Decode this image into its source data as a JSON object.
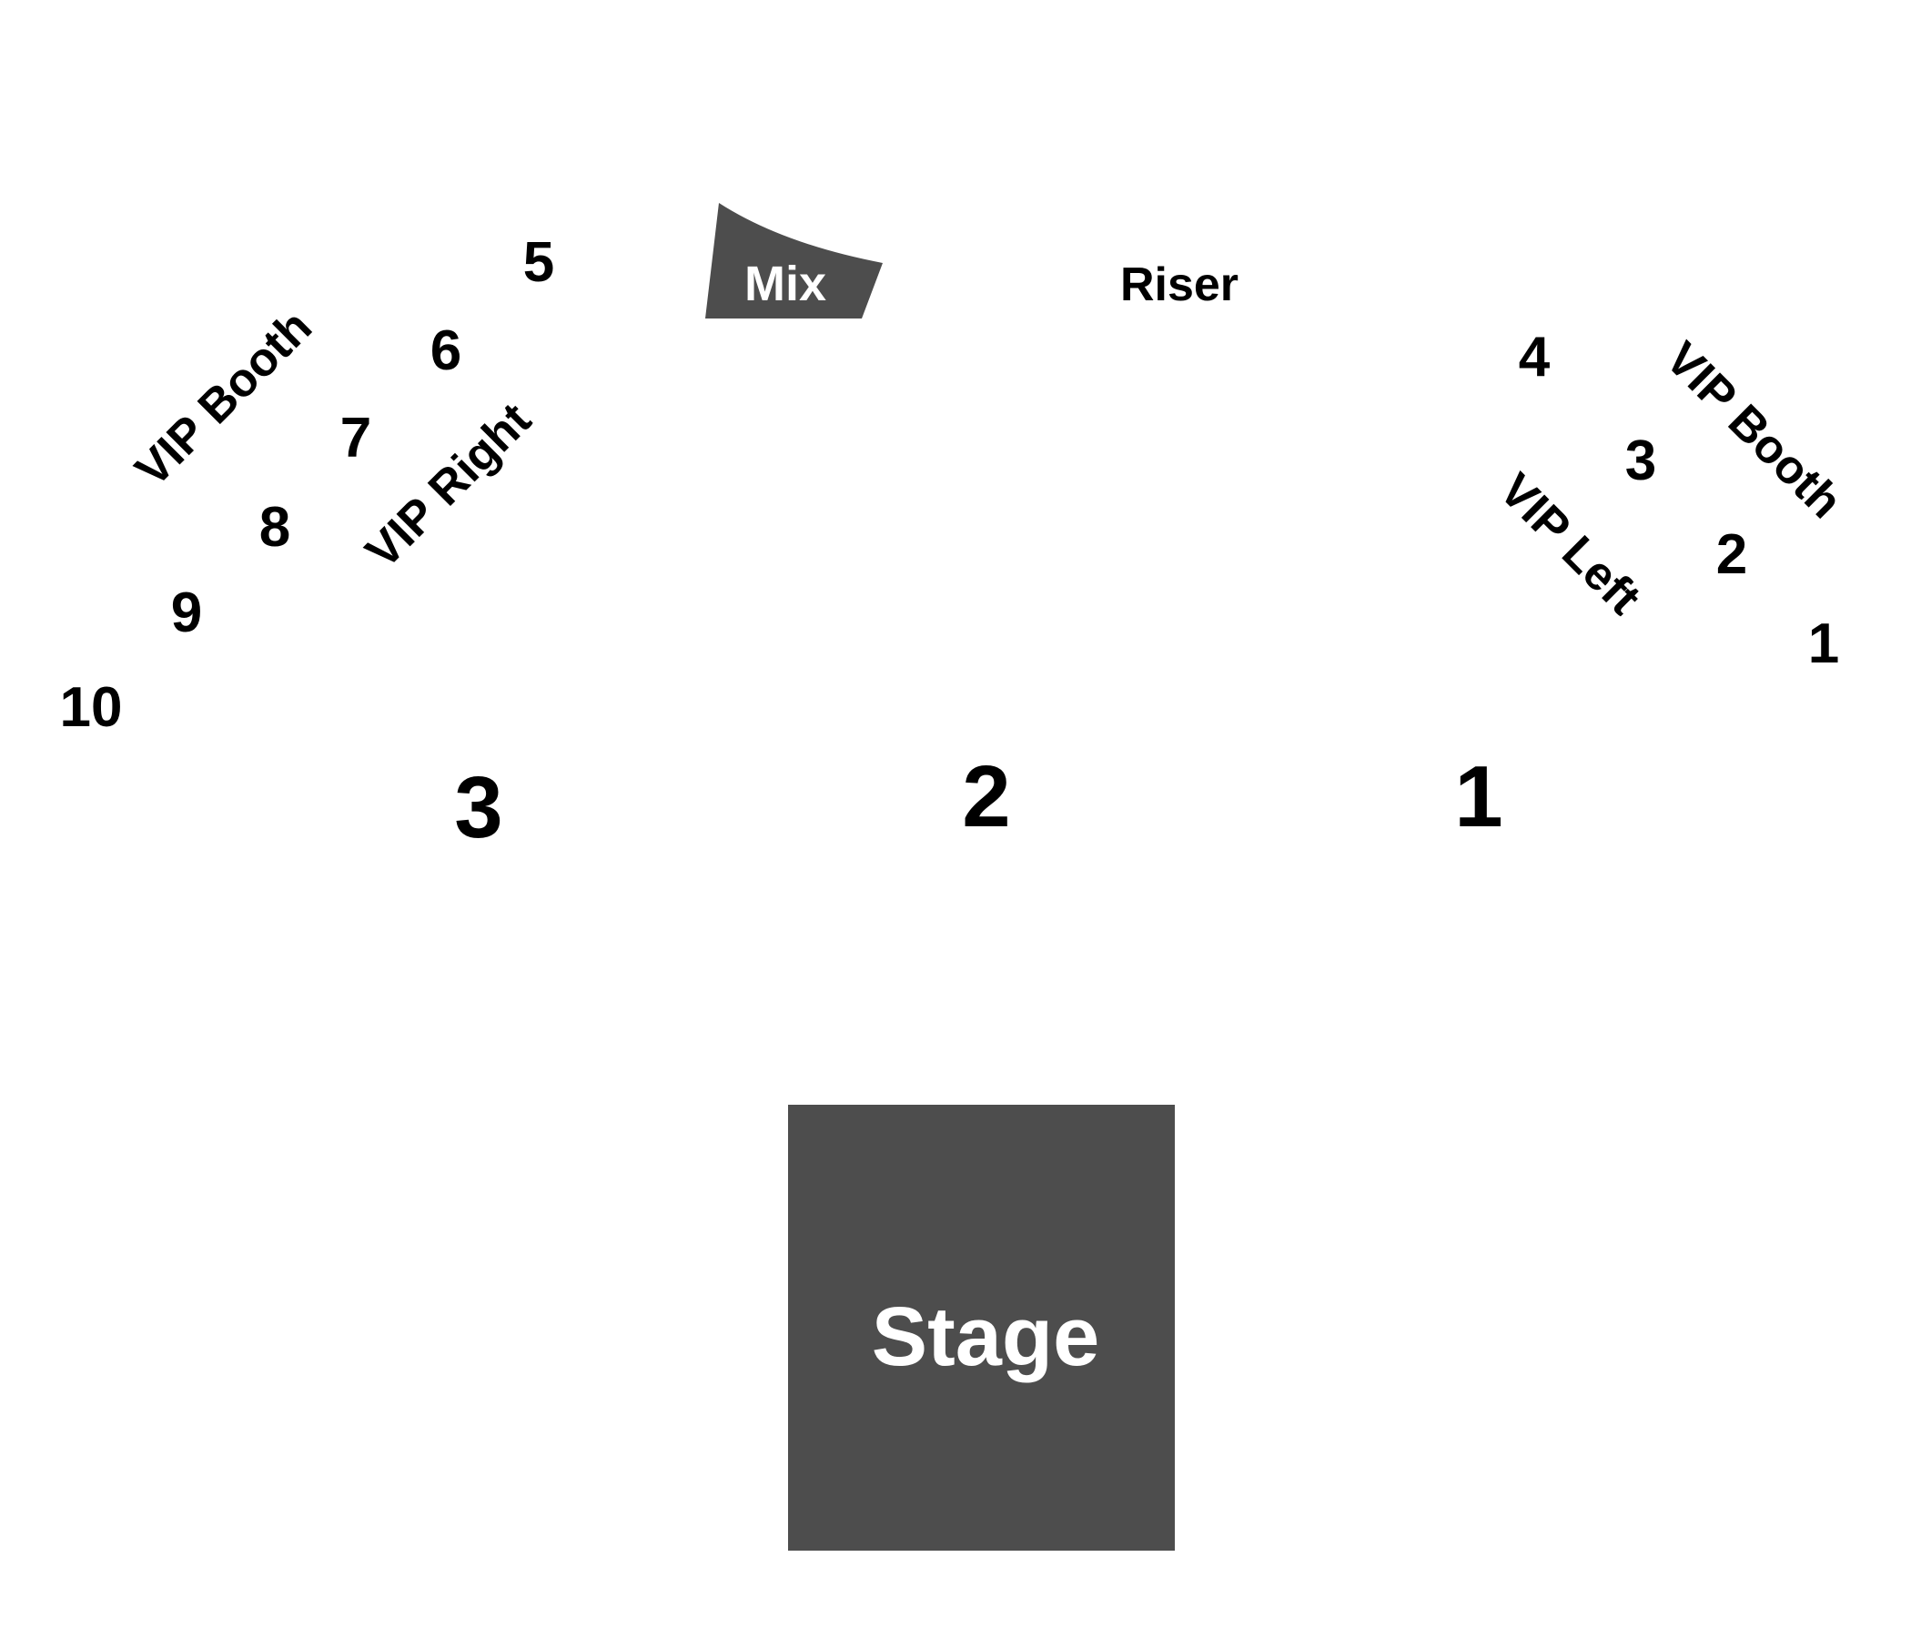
{
  "colors": {
    "block_fill": "#4d4d4d",
    "text_dark": "#000000",
    "text_light": "#ffffff",
    "background": "#ffffff"
  },
  "mix": {
    "label": "Mix"
  },
  "riser": {
    "label": "Riser"
  },
  "stage": {
    "label": "Stage"
  },
  "vip_booth_left": {
    "label": "VIP Booth",
    "booths": [
      "5",
      "6",
      "7",
      "8",
      "9",
      "10"
    ]
  },
  "vip_right": {
    "label": "VIP Right"
  },
  "vip_booth_right": {
    "label": "VIP Booth",
    "booths": [
      "4",
      "3",
      "2",
      "1"
    ]
  },
  "vip_left": {
    "label": "VIP Left"
  },
  "floor_sections": [
    "3",
    "2",
    "1"
  ]
}
